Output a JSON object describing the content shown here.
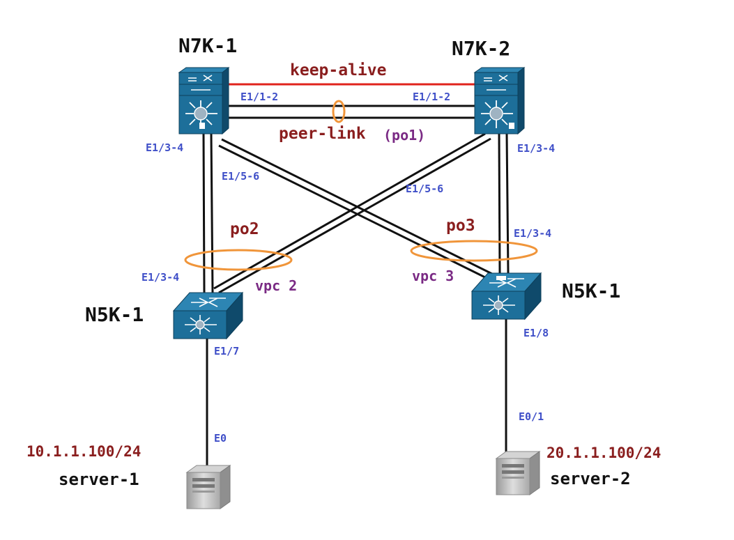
{
  "devices": {
    "n7k_1": "N7K-1",
    "n7k_2": "N7K-2",
    "n5k_left": "N5K-1",
    "n5k_right": "N5K-1"
  },
  "links": {
    "keep_alive": "keep-alive",
    "peer_link": "peer-link",
    "peer_link_po": "(po1)",
    "po2": "po2",
    "po3": "po3",
    "vpc2": "vpc 2",
    "vpc3": "vpc 3"
  },
  "ports": {
    "n7k1_peer": "E1/1-2",
    "n7k2_peer": "E1/1-2",
    "n7k1_e13": "E1/3-4",
    "n7k1_e15": "E1/5-6",
    "n7k2_e15": "E1/5-6",
    "n7k2_e13": "E1/3-4",
    "n5k_right_e13": "E1/3-4",
    "n5k_left_e13": "E1/3-4",
    "n5k_left_e17": "E1/7",
    "n5k_right_e18": "E1/8",
    "server1_e0": "E0",
    "server2_e01": "E0/1"
  },
  "servers": {
    "server1_name": "server-1",
    "server1_ip": "10.1.1.100/24",
    "server2_name": "server-2",
    "server2_ip": "20.1.1.100/24"
  },
  "colors": {
    "device_blue": "#1d6f9a",
    "device_dark": "#124f70",
    "keep_alive_line": "#e0231c",
    "port_channel_ring": "#f0953a",
    "port_label": "#3f4fc8",
    "red_label": "#8a1e1e",
    "purple_label": "#7a2a84"
  }
}
